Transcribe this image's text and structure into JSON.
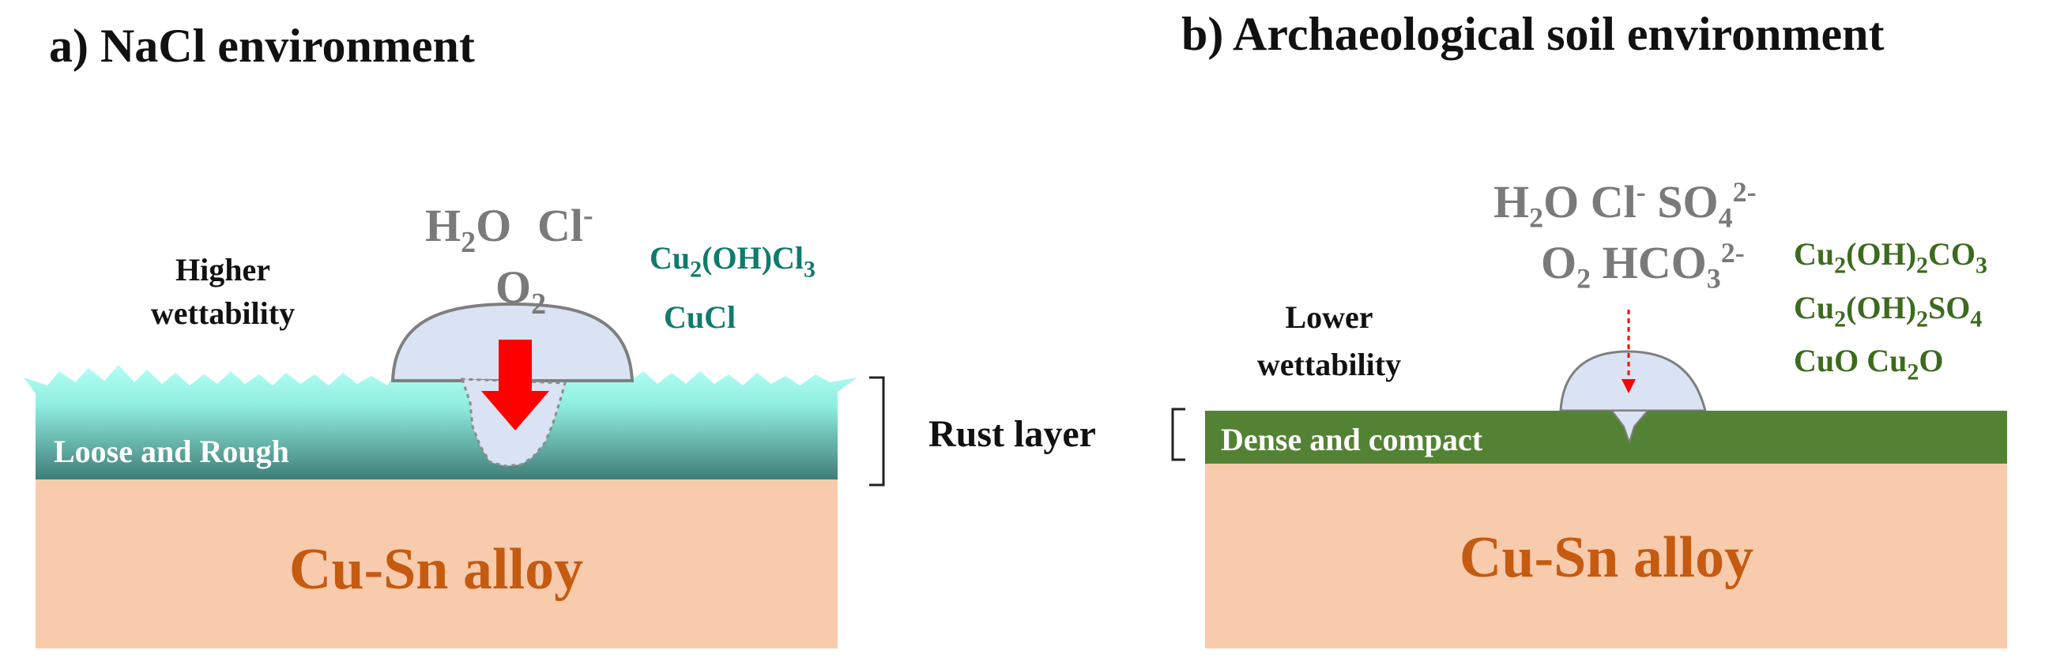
{
  "panel_a": {
    "title": "a) NaCl environment",
    "wettability_line1": "Higher",
    "wettability_line2": "wettability",
    "species": {
      "h2o_main": "H",
      "h2o_sub": "2",
      "h2o_tail": "O",
      "cl_main": "Cl",
      "cl_sup": "-",
      "o2_main": "O",
      "o2_sub": "2"
    },
    "products": [
      {
        "parts": [
          [
            "Cu",
            ""
          ],
          [
            "2",
            "sub"
          ],
          [
            "(OH)Cl",
            ""
          ],
          [
            "3",
            "sub"
          ]
        ]
      },
      {
        "parts": [
          [
            "CuCl",
            ""
          ]
        ]
      }
    ],
    "layer_label": "Loose and Rough",
    "alloy_label": "Cu-Sn alloy",
    "colors": {
      "rust_top": "#a6fff0",
      "rust_bottom": "#3f7f78",
      "alloy": "#f8cbad",
      "arrow": "#ff0000",
      "product": "#0f7b6c"
    }
  },
  "rust_layer_label": "Rust layer",
  "panel_b": {
    "title": "b) Archaeological soil environment",
    "wettability_line1": "Lower",
    "wettability_line2": "wettability",
    "species": {
      "line1": [
        [
          "H",
          ""
        ],
        [
          "2",
          "sub"
        ],
        [
          "O  Cl",
          ""
        ],
        [
          "-",
          "sup"
        ],
        [
          "  SO",
          ""
        ],
        [
          "4",
          "sub"
        ],
        [
          "2-",
          "sup"
        ]
      ],
      "line2": [
        [
          "O",
          ""
        ],
        [
          "2",
          "sub"
        ],
        [
          "  HCO",
          ""
        ],
        [
          "3",
          "sub"
        ],
        [
          "2-",
          "sup"
        ]
      ]
    },
    "products": [
      {
        "parts": [
          [
            "Cu",
            ""
          ],
          [
            "2",
            "sub"
          ],
          [
            "(OH)",
            ""
          ],
          [
            "2",
            "sub"
          ],
          [
            "CO",
            ""
          ],
          [
            "3",
            "sub"
          ]
        ]
      },
      {
        "parts": [
          [
            "Cu",
            ""
          ],
          [
            "2",
            "sub"
          ],
          [
            "(OH)",
            ""
          ],
          [
            "2",
            "sub"
          ],
          [
            "SO",
            ""
          ],
          [
            "4",
            "sub"
          ]
        ]
      },
      {
        "parts": [
          [
            "CuO  Cu",
            ""
          ],
          [
            "2",
            "sub"
          ],
          [
            "O",
            ""
          ]
        ]
      }
    ],
    "layer_label": "Dense and compact",
    "alloy_label": "Cu-Sn alloy",
    "colors": {
      "layer": "#548235",
      "alloy": "#f8cbad",
      "arrow": "#ff0000",
      "product": "#3c6b1e"
    }
  }
}
